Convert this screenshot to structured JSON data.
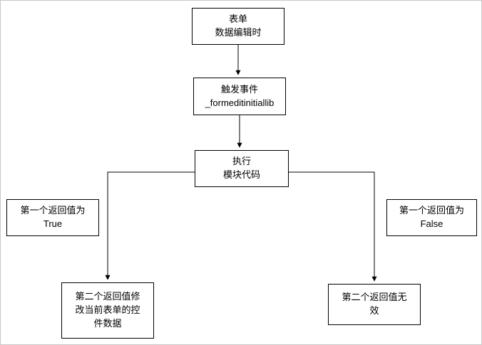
{
  "diagram": {
    "type": "flowchart",
    "colors": {
      "node_border": "#000000",
      "node_background": "#ffffff",
      "text": "#000000",
      "connector": "#000000"
    },
    "nodes": {
      "form_edit": {
        "label": "表单\n数据编辑时"
      },
      "trigger_event": {
        "label": "触发事件\n_formeditinitiallib"
      },
      "execute_module": {
        "label": "执行\n模块代码"
      },
      "return_true": {
        "label": "第一个返回值为\nTrue"
      },
      "return_false": {
        "label": "第一个返回值为\nFalse"
      },
      "modify_controls": {
        "label": "第二个返回值修\n改当前表单的控\n件数据"
      },
      "invalid_return": {
        "label": "第二个返回值无\n效"
      }
    },
    "edges": [
      {
        "from": "form_edit",
        "to": "trigger_event"
      },
      {
        "from": "trigger_event",
        "to": "execute_module"
      },
      {
        "from": "execute_module",
        "to": "modify_controls",
        "condition_label_node": "return_true"
      },
      {
        "from": "execute_module",
        "to": "invalid_return",
        "condition_label_node": "return_false"
      }
    ]
  }
}
